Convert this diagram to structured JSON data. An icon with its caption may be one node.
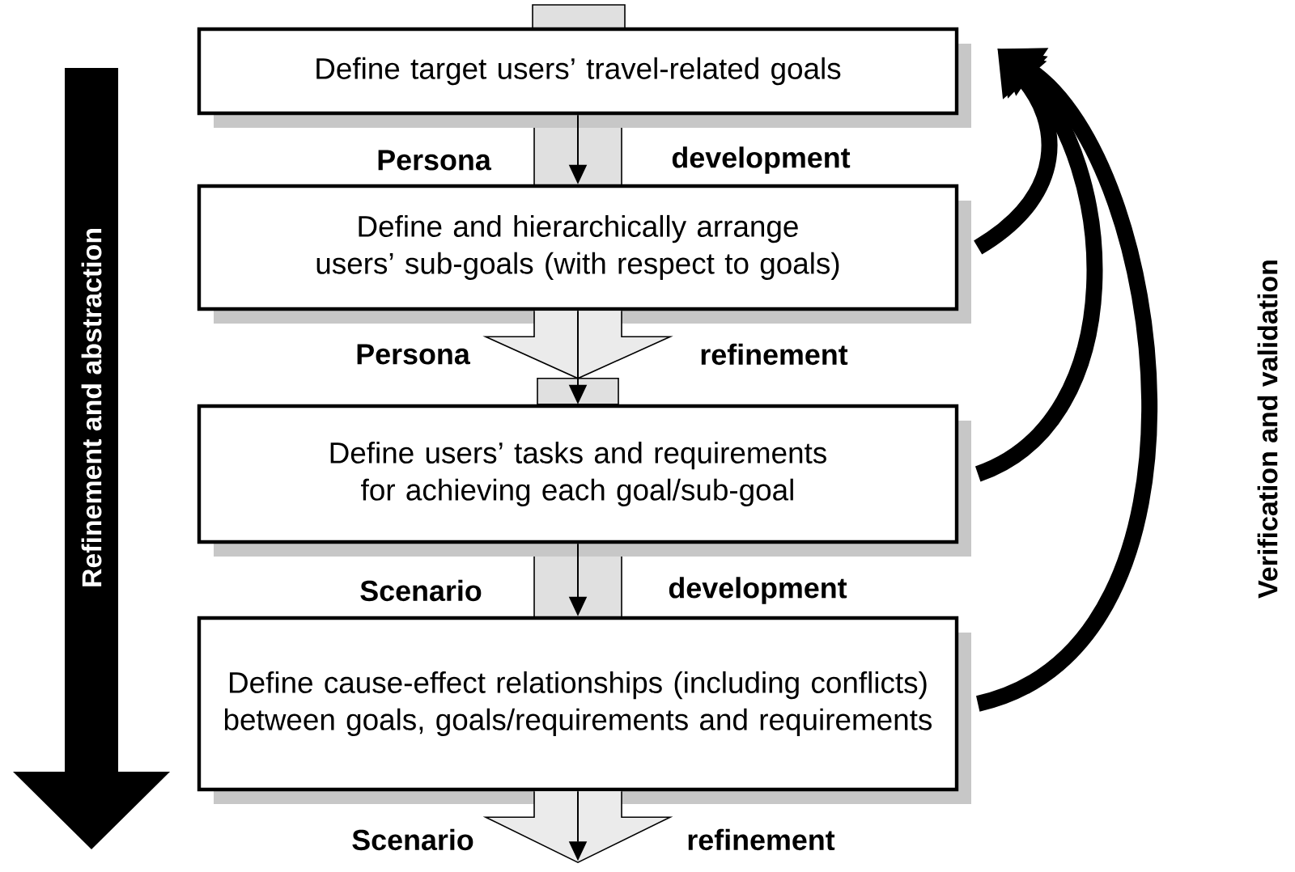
{
  "diagram": {
    "nodes": [
      {
        "text": [
          "Define target users’ travel-related goals"
        ]
      },
      {
        "text": [
          "Define and hierarchically arrange users’ sub-goals (with respect to goals)"
        ]
      },
      {
        "text": [
          "Define users’ tasks and requirements for achieving each goal/sub-goal"
        ]
      },
      {
        "text": [
          "Define cause-effect relationships (including conflicts) between goals, goals/requirements and requirements"
        ]
      }
    ],
    "edges": [
      {
        "from": 0,
        "to": 1,
        "arrow": "to"
      },
      {
        "from": 1,
        "to": 2,
        "arrow": "to"
      },
      {
        "from": 2,
        "to": 3,
        "arrow": "to"
      },
      {
        "from": 3,
        "to": null,
        "arrow": "to"
      },
      {
        "from": 1,
        "to": 0,
        "arrow": "to",
        "style": "thick"
      },
      {
        "from": 2,
        "to": 0,
        "arrow": "to",
        "style": "thick"
      },
      {
        "from": 3,
        "to": 0,
        "arrow": "to",
        "style": "thick"
      }
    ],
    "labels": [
      "Persona",
      "development",
      "Persona",
      "refinement",
      "Scenario",
      "development",
      "Scenario",
      "refinement",
      "Refinement and abstraction",
      "Verification and validation"
    ]
  }
}
